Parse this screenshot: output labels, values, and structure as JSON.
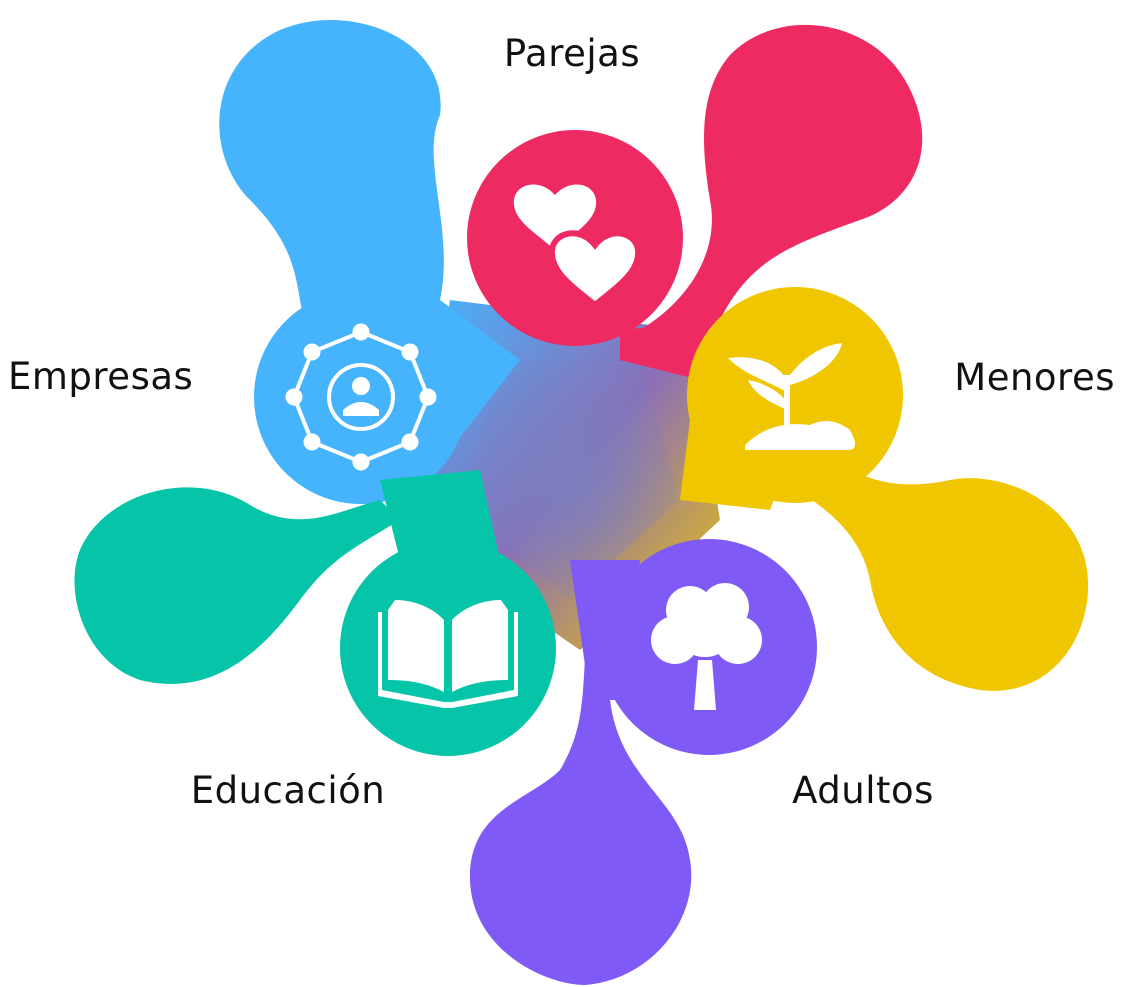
{
  "segments": [
    {
      "id": "parejas",
      "label": "Parejas",
      "color": "#EE2A63",
      "icon": "hearts-icon"
    },
    {
      "id": "menores",
      "label": "Menores",
      "color": "#F0C600",
      "icon": "sprout-icon"
    },
    {
      "id": "adultos",
      "label": "Adultos",
      "color": "#7F5AF6",
      "icon": "tree-icon"
    },
    {
      "id": "educacion",
      "label": "Educación",
      "color": "#06C4A8",
      "icon": "open-book-icon"
    },
    {
      "id": "empresas",
      "label": "Empresas",
      "color": "#45B4FC",
      "icon": "network-icon"
    }
  ],
  "colors": {
    "parejas": "#EE2A63",
    "menores": "#F0C600",
    "adultos": "#7F5AF6",
    "educacion": "#06C4A8",
    "empresas": "#45B4FC",
    "icon_fill": "#ffffff",
    "text": "#111111"
  }
}
